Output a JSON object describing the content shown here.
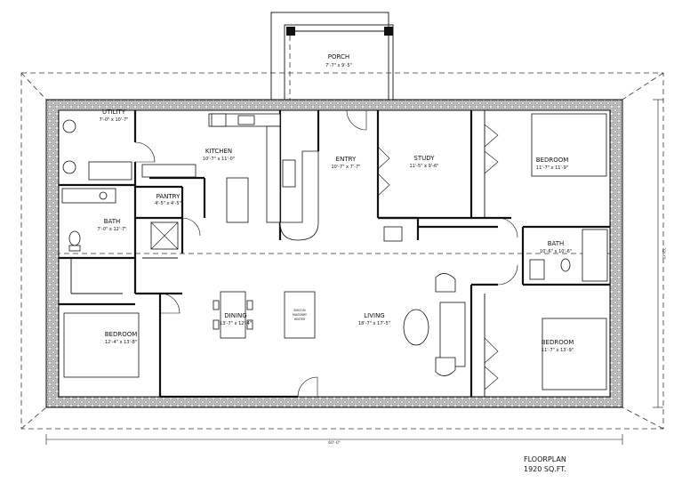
{
  "rooms": {
    "porch": {
      "name": "PORCH",
      "size": "7'-7\" x 9'-5\""
    },
    "utility": {
      "name": "UTILITY",
      "size": "7'-0\" x 10'-7\""
    },
    "kitchen": {
      "name": "KITCHEN",
      "size": "10'-7\" x 11'-0\""
    },
    "pantry": {
      "name": "PANTRY",
      "size": "4'-5\" x 4'-5\""
    },
    "entry": {
      "name": "ENTRY",
      "size": "10'-7\" x 7'-7\""
    },
    "study": {
      "name": "STUDY",
      "size": "11'-5\" x 9'-6\""
    },
    "bedroom_ne": {
      "name": "BEDROOM",
      "size": "11'-7\" x 11'-9\""
    },
    "bath_w": {
      "name": "BATH",
      "size": "7'-0\" x 12'-7\""
    },
    "bath_e": {
      "name": "BATH",
      "size": "10'-6\" x 10'-6\""
    },
    "dining": {
      "name": "DINING",
      "size": "13'-7\" x 12'-4\""
    },
    "living": {
      "name": "LIVING",
      "size": "18'-7\" x 17'-5\""
    },
    "bedroom_sw": {
      "name": "BEDROOM",
      "size": "12'-4\" x 13'-8\""
    },
    "bedroom_se": {
      "name": "BEDROOM",
      "size": "11'-7\" x 13'-9\""
    }
  },
  "fixtures": {
    "heater_label": [
      "BUILT-IN",
      "MASONRY",
      "HEATER"
    ]
  },
  "dimensions": {
    "overall_width": "60'-0\"",
    "overall_depth": "32'-0\""
  },
  "caption": {
    "line1": "FLOORPLAN",
    "line2": "1920 SQ.FT."
  }
}
